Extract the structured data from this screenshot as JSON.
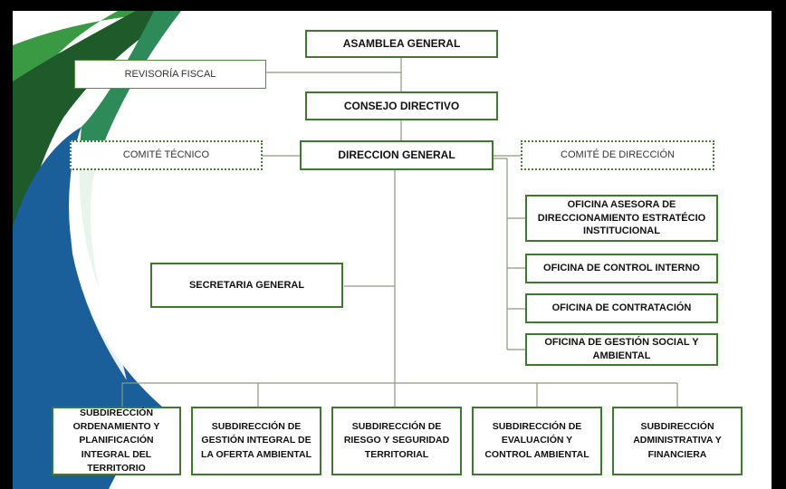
{
  "colors": {
    "frame": "#000000",
    "box_border": "#3d7a2f",
    "connector": "#8a9a7a",
    "decor_green_light": "#3a9a43",
    "decor_green_dark": "#1f5a2a",
    "decor_blue": "#1a5e9a",
    "decor_teal": "#2f8a5a"
  },
  "org": {
    "asamblea": "ASAMBLEA GENERAL",
    "revisoria": "REVISORÍA FISCAL",
    "consejo": "CONSEJO DIRECTIVO",
    "direccion": "DIRECCION GENERAL",
    "comite_tecnico": "COMITÉ TÉCNICO",
    "comite_direccion": "COMITÉ DE DIRECCIÓN",
    "secretaria": "SECRETARIA GENERAL",
    "oficinas": [
      "OFICINA ASESORA DE DIRECCIONAMIENTO ESTRATÉCIO INSTITUCIONAL",
      "OFICINA DE CONTROL INTERNO",
      "OFICINA DE CONTRATACIÓN",
      "OFICINA DE GESTIÓN SOCIAL Y AMBIENTAL"
    ],
    "subdirecciones": [
      "SUBDIRECCIÓN ORDENAMIENTO Y PLANIFICACIÓN INTEGRAL DEL TERRITORIO",
      "SUBDIRECCIÓN DE GESTIÓN INTEGRAL DE LA OFERTA AMBIENTAL",
      "SUBDIRECCIÓN DE RIESGO Y SEGURIDAD TERRITORIAL",
      "SUBDIRECCIÓN DE EVALUACIÓN Y CONTROL AMBIENTAL",
      "SUBDIRECCIÓN ADMINISTRATIVA Y FINANCIERA"
    ]
  }
}
